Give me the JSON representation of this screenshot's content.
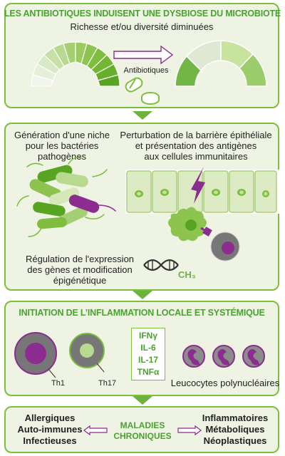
{
  "panel1": {
    "title": "LES ANTIBIOTIQUES INDUISENT UNE DYSBIOSE DU MICROBIOTE",
    "subtitle": "Richesse et/ou diversité diminuées",
    "arrow_label": "Antibiotiques"
  },
  "panel2": {
    "niche": [
      "Génération d'une niche",
      "pour les bactéries",
      "pathogènes"
    ],
    "barrier": [
      "Perturbation de la barrière épithéliale",
      "et présentation des antigènes",
      "aux cellules immunitaires"
    ],
    "epigenetic": [
      "Régulation de l'expression",
      "des gènes et modification",
      "épigénétique"
    ],
    "ch3": "CH₃"
  },
  "panel3": {
    "title": "INITIATION DE L’INFLAMMATION LOCALE ET SYSTÉMIQUE",
    "cell1": "Th1",
    "cell2": "Th17",
    "cytokines": [
      "IFNγ",
      "IL-6",
      "IL-17",
      "TNFα"
    ],
    "leukocytes": "Leucocytes polynucléaires"
  },
  "panel4": {
    "left": [
      "Allergiques",
      "Auto-immunes",
      "Infectieuses"
    ],
    "center": [
      "MALADIES",
      "CHRONIQUES"
    ],
    "right": [
      "Inflammatoires",
      "Métaboliques",
      "Néoplastiques"
    ]
  },
  "colors": {
    "green": "#7bbf3a",
    "dark_green": "#4aa231",
    "purple": "#8a2d8f",
    "panel_bg": "#eef3e4"
  }
}
